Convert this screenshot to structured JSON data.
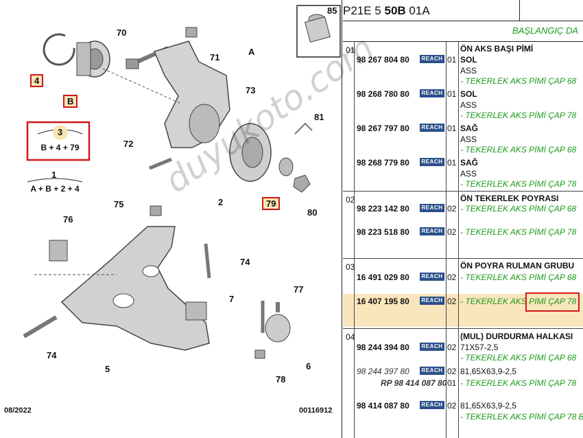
{
  "diagram": {
    "labels": {
      "n85": "85",
      "n70": "70",
      "n71": "71",
      "nA": "A",
      "n73": "73",
      "n4": "4",
      "nB": "B",
      "n3": "3",
      "n81": "81",
      "n72": "72",
      "n1": "1",
      "n2": "2",
      "n79": "79",
      "n80": "80",
      "n75": "75",
      "n76": "76",
      "n74a": "74",
      "n7": "7",
      "n77": "77",
      "n74b": "74",
      "n5": "5",
      "n6": "6",
      "n78": "78"
    },
    "formula_3": "B + 4 + 79",
    "formula_1": "A + B + 2 + 4",
    "date": "08/2022",
    "docnum": "00116912"
  },
  "watermark": "duyukoto.com",
  "header": {
    "code_prefix": "P21E 5 ",
    "code_bold": "50B",
    "code_suffix": " 01A",
    "start": "BAŞLANGIÇ DA"
  },
  "sections": [
    {
      "num": "01",
      "title": "ÖN AKS BAŞI PİMİ",
      "items": [
        {
          "part": "98 267 804 80",
          "qty": "01",
          "side": "SOL",
          "note": "ASS",
          "fit": "- TEKERLEK AKS PİMİ ÇAP 68"
        },
        {
          "part": "98 268 780 80",
          "qty": "01",
          "side": "SOL",
          "note": "ASS",
          "fit": "- TEKERLEK AKS PİMİ ÇAP 78"
        },
        {
          "part": "98 267 797 80",
          "qty": "01",
          "side": "SAĞ",
          "note": "ASS",
          "fit": "- TEKERLEK AKS PİMİ ÇAP 68"
        },
        {
          "part": "98 268 779 80",
          "qty": "01",
          "side": "SAĞ",
          "note": "ASS",
          "fit": "- TEKERLEK AKS PİMİ ÇAP 78"
        }
      ]
    },
    {
      "num": "02",
      "title": "ÖN TEKERLEK POYRASI",
      "items": [
        {
          "part": "98 223 142 80",
          "qty": "02",
          "fit": "- TEKERLEK AKS PİMİ ÇAP 68"
        },
        {
          "part": "98 223 518 80",
          "qty": "02",
          "fit": "- TEKERLEK AKS PİMİ ÇAP 78"
        }
      ]
    },
    {
      "num": "03",
      "title": "ÖN POYRA RULMAN GRUBU",
      "items": [
        {
          "part": "16 491 029 80",
          "qty": "02",
          "fit": "- TEKERLEK AKS PİMİ ÇAP 68"
        },
        {
          "part": "16 407 195 80",
          "qty": "02",
          "fit": "- TEKERLEK AKS PİMİ ÇAP 78"
        }
      ]
    },
    {
      "num": "04",
      "title": "(MUL) DURDURMA HALKASI",
      "items": [
        {
          "part": "98 244 394 80",
          "qty": "02",
          "dim": "71X57-2,5",
          "fit": "- TEKERLEK AKS PİMİ ÇAP 68"
        },
        {
          "part": "98 244 397 80",
          "qty": "02",
          "dim": "81,65X63,9-2,5"
        },
        {
          "part": "RP 98 414 087 80",
          "qty": "01",
          "fit": "- TEKERLEK AKS PİMİ ÇAP 78"
        },
        {
          "part": "98 414 087 80",
          "qty": "02",
          "dim": "81,65X63,9-2,5",
          "fit": "- TEKERLEK AKS PİMİ ÇAP 78 B"
        }
      ]
    }
  ],
  "reach_label": "REACH"
}
